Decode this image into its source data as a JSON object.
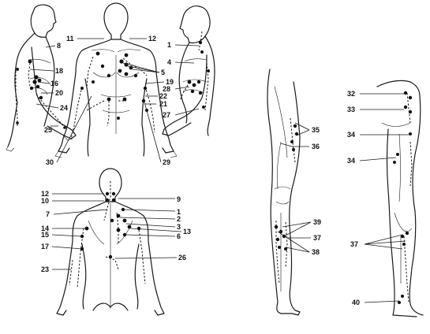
{
  "diagram": {
    "figures": [
      "front-torso",
      "left-side-torso",
      "right-side-torso",
      "back-torso",
      "front-leg",
      "back-leg"
    ],
    "labels": {
      "n1": "1",
      "n2": "2",
      "n3": "3",
      "n4": "4",
      "n5": "5",
      "n6": "6",
      "n7": "7",
      "n8": "8",
      "n9": "9",
      "n10": "10",
      "n11": "11",
      "n12": "12",
      "n13": "13",
      "n14": "14",
      "n15": "15",
      "n16": "16",
      "n17": "17",
      "n18": "18",
      "n19": "19",
      "n20": "20",
      "n21": "21",
      "n22": "22",
      "n23": "23",
      "n24": "24",
      "n25": "25",
      "n26": "26",
      "n27": "27",
      "n28": "28",
      "n29": "29",
      "n30": "30",
      "n32": "32",
      "n33": "33",
      "n34": "34",
      "n35": "35",
      "n36": "36",
      "n37": "37",
      "n38": "38",
      "n39": "39",
      "n40": "40"
    }
  }
}
